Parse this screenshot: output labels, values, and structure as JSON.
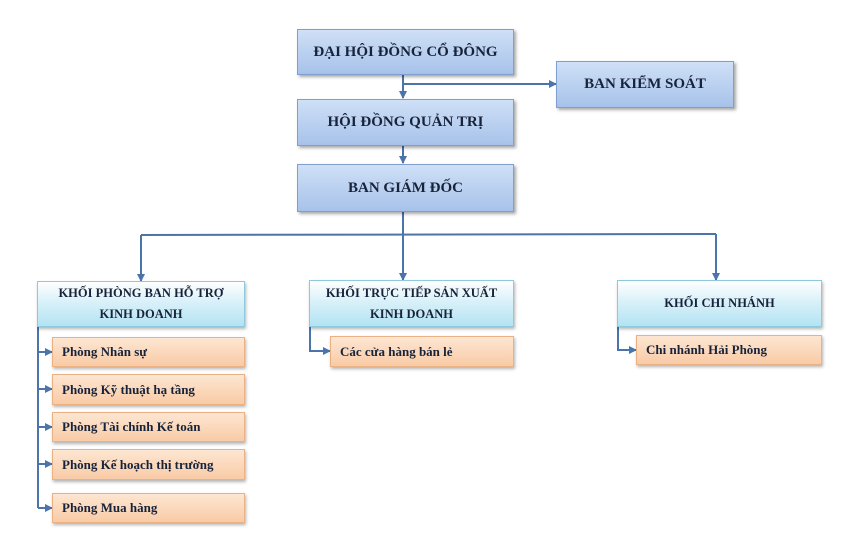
{
  "colors": {
    "connector": "#4a74aa",
    "top_fill": "#b9cff0",
    "block_fill": "#c6eaf6",
    "dept_fill": "#fbd6b8"
  },
  "top": {
    "shareholders": "ĐẠI HỘI ĐỒNG CỔ ĐÔNG",
    "supervisory": "BAN KIỂM SOÁT",
    "board": "HỘI ĐỒNG QUẢN TRỊ",
    "directors": "BAN GIÁM ĐỐC"
  },
  "blocks": {
    "support": {
      "title": "KHỐI PHÒNG BAN HỖ TRỢ KINH DOANH",
      "departments": [
        "Phòng Nhân sự",
        "Phòng Kỹ thuật hạ tầng",
        "Phòng Tài chính Kế toán",
        "Phòng Kế hoạch thị trường",
        "Phòng Mua hàng"
      ]
    },
    "production": {
      "title": "KHỐI TRỰC TIẾP SẢN XUẤT KINH DOANH",
      "departments": [
        "Các cửa hàng bán lẻ"
      ]
    },
    "branch": {
      "title": "KHỐI CHI NHÁNH",
      "departments": [
        "Chi nhánh Hải Phòng"
      ]
    }
  }
}
